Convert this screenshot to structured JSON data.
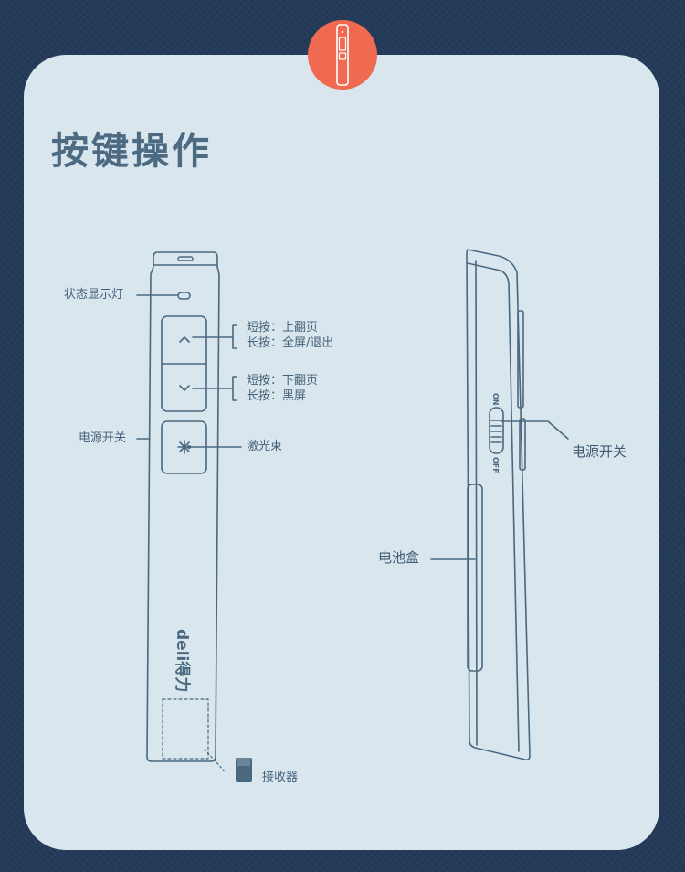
{
  "title": "按键操作",
  "labels": {
    "status_light": "状态显示灯",
    "up_button_desc": [
      "短按：上翻页",
      "长按：全屏/退出"
    ],
    "down_button_desc": [
      "短按：下翻页",
      "长按：黑屏"
    ],
    "power_switch_front": "电源开关",
    "laser": "激光束",
    "receiver": "接收器",
    "power_switch_side": "电源开关",
    "battery_box": "电池盒",
    "switch_on": "ON",
    "switch_off": "OFF"
  },
  "brand": {
    "logo_text": "deli得力"
  },
  "icons": {
    "badge": "presenter-remote-icon",
    "up": "chevron-up-icon",
    "down": "chevron-down-icon",
    "laser": "laser-star-icon",
    "receiver": "usb-receiver-icon"
  },
  "colors": {
    "background": "#233a58",
    "card": "#d9e6ee",
    "line": "#4a6880",
    "title": "#4c6b82",
    "badge": "#ef6a50"
  }
}
